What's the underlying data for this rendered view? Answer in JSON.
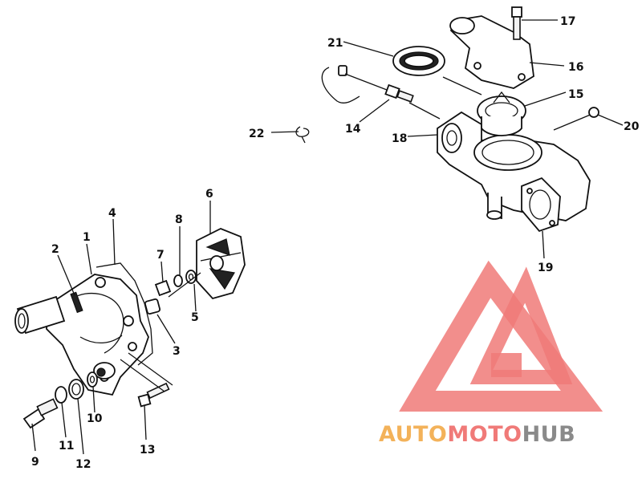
{
  "colors": {
    "line": "#111111",
    "logo_red": "#f07a78",
    "logo_auto": "#f3b25a",
    "logo_moto": "#f07a78",
    "logo_hub": "#8a8a8a"
  },
  "labels": {
    "p1": "1",
    "p2": "2",
    "p3": "3",
    "p4": "4",
    "p5": "5",
    "p6": "6",
    "p7": "7",
    "p8": "8",
    "p9": "9",
    "p10": "10",
    "p11": "11",
    "p12": "12",
    "p13": "13",
    "p14": "14",
    "p15": "15",
    "p16": "16",
    "p17": "17",
    "p18": "18",
    "p19": "19",
    "p20": "20",
    "p21": "21",
    "p22": "22"
  },
  "watermark": {
    "auto": "AUTO",
    "moto": "MOTO",
    "hub": "HUB"
  }
}
